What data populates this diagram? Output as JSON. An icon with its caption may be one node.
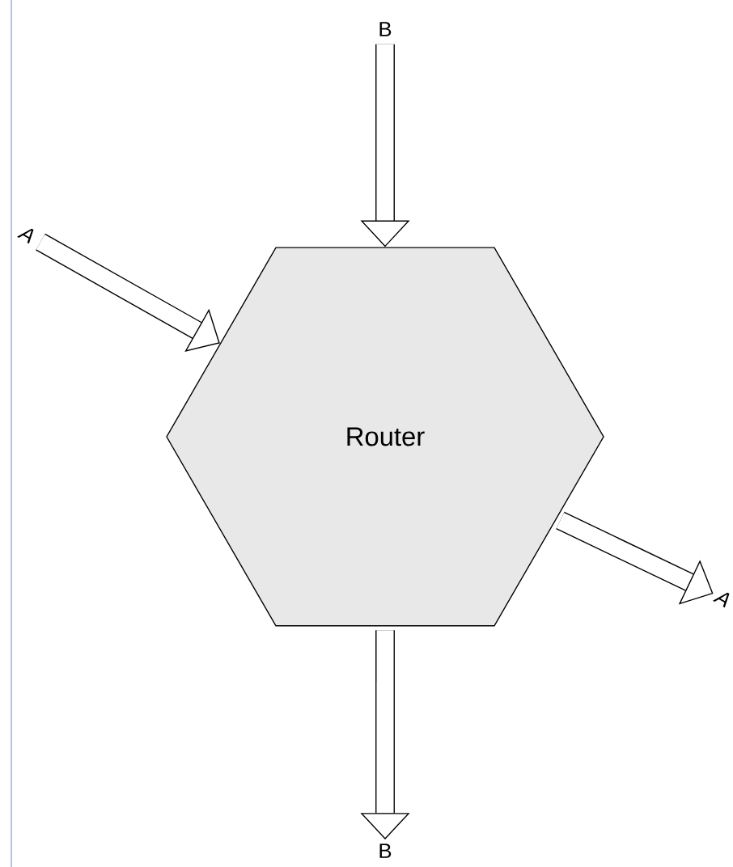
{
  "diagram": {
    "nodes": [
      {
        "text": [
          "B"
        ]
      },
      {
        "text": [
          "A"
        ]
      },
      {
        "text": [
          "Router"
        ]
      },
      {
        "text": [
          "A"
        ]
      },
      {
        "text": [
          "B"
        ]
      }
    ],
    "edges": [
      {
        "from": 0,
        "to": 2,
        "arrow": "to"
      },
      {
        "from": 1,
        "to": 2,
        "arrow": "to"
      },
      {
        "from": 2,
        "to": 4,
        "arrow": "to"
      },
      {
        "from": 2,
        "to": 3,
        "arrow": "to"
      }
    ]
  }
}
